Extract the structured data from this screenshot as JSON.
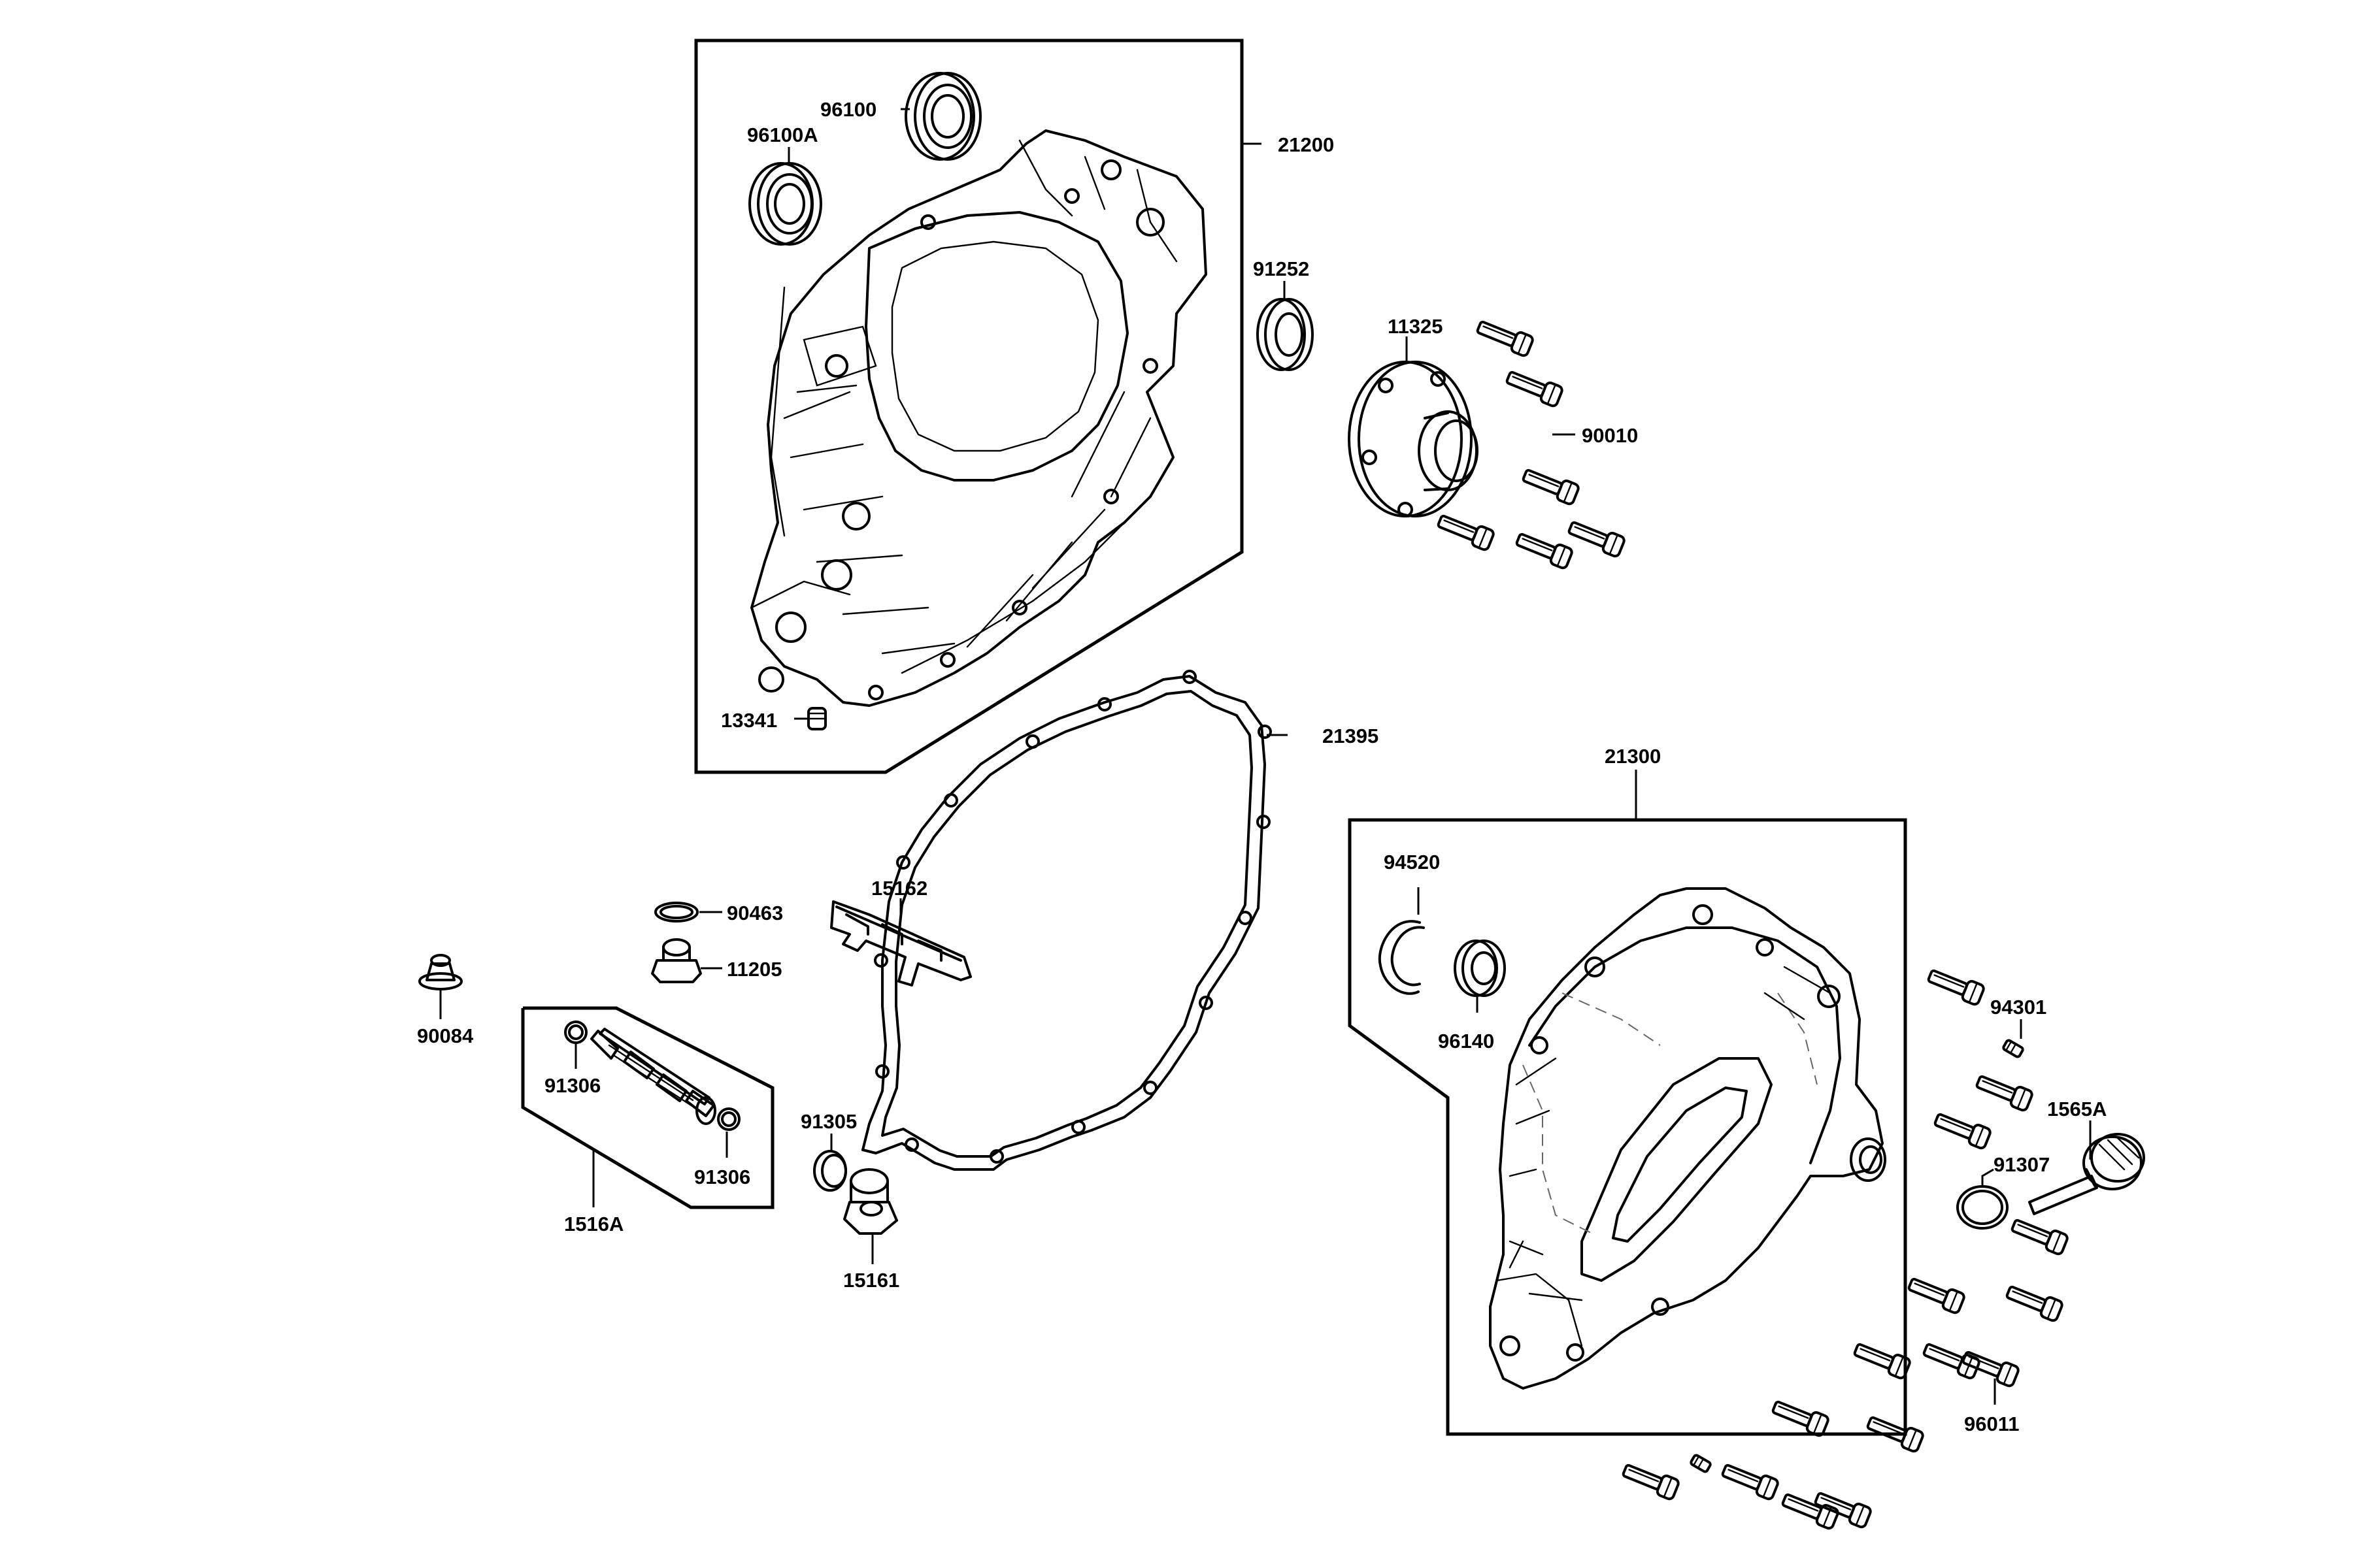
{
  "callouts": {
    "p96100": "96100",
    "p96100A": "96100A",
    "p21200": "21200",
    "p91252": "91252",
    "p11325": "11325",
    "p90010": "90010",
    "p13341": "13341",
    "p21395": "21395",
    "p21300": "21300",
    "p94520": "94520",
    "p96140": "96140",
    "p90463": "90463",
    "p11205": "11205",
    "p15162": "15162",
    "p90084": "90084",
    "p91306a": "91306",
    "p91306b": "91306",
    "p1516A": "1516A",
    "p91305": "91305",
    "p15161": "15161",
    "p94301": "94301",
    "p1565A": "1565A",
    "p91307": "91307",
    "p96011": "96011"
  }
}
